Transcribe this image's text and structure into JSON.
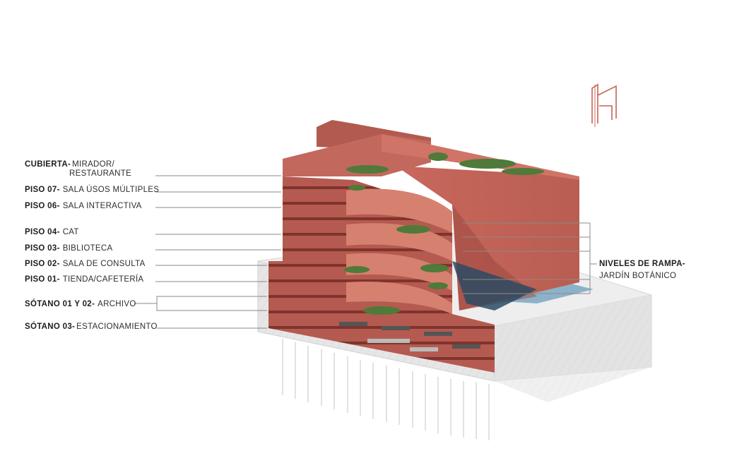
{
  "floors": [
    {
      "level": "CUBIERTA-",
      "name": "MIRADOR/",
      "name2": "RESTAURANTE"
    },
    {
      "level": "PISO 07-",
      "name": "SALA ÚSOS MÚLTIPLES"
    },
    {
      "level": "PISO 06-",
      "name": "SALA INTERACTIVA"
    },
    {
      "level": "PISO 04-",
      "name": "CAT"
    },
    {
      "level": "PISO 03-",
      "name": "BIBLIOTECA"
    },
    {
      "level": "PISO 02-",
      "name": "SALA DE CONSULTA"
    },
    {
      "level": "PISO 01-",
      "name": "TIENDA/CAFETERÍA"
    },
    {
      "level": "SÓTANO 01 Y 02-",
      "name": "ARCHIVO"
    },
    {
      "level": "SÓTANO 03-",
      "name": "ESTACIONAMIENTO"
    }
  ],
  "ramp": {
    "title": "NIVELES DE RAMPA-",
    "subtitle": "JARDÍN BOTÁNICO"
  },
  "colors": {
    "terracotta": "#c0655a",
    "terracotta_dark": "#8f3f37",
    "terracotta_light": "#d98577",
    "foundation": "#e4e4e4",
    "water": "#6f9dba",
    "leader": "#8a8a8a",
    "plants": "#4f7a3a"
  },
  "logo_icon": "h-monogram-logo"
}
